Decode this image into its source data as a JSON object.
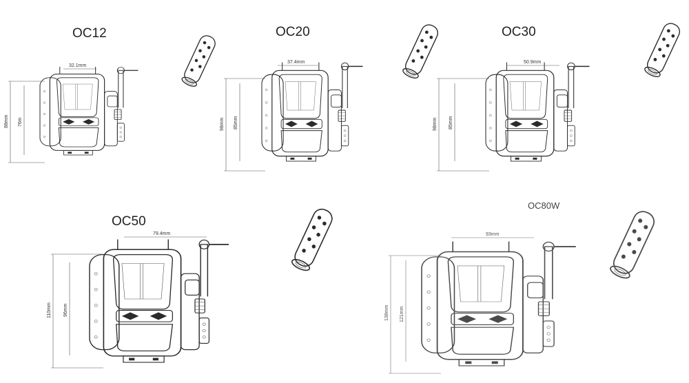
{
  "colors": {
    "stroke": "#2b2b2b",
    "dim_line": "#555555",
    "background": "#ffffff"
  },
  "reels": [
    {
      "id": "oc12",
      "model": "OC12",
      "width_label": "32.1mm",
      "height_outer_label": "88mm",
      "height_inner_label": "76m"
    },
    {
      "id": "oc20",
      "model": "OC20",
      "width_label": "37.4mm",
      "height_outer_label": "98mm",
      "height_inner_label": "85mm"
    },
    {
      "id": "oc30",
      "model": "OC30",
      "width_label": "50.9mm",
      "height_outer_label": "98mm",
      "height_inner_label": "85mm"
    },
    {
      "id": "oc50",
      "model": "OC50",
      "width_label": "79.4mm",
      "height_outer_label": "110mm",
      "height_inner_label": "96mm"
    },
    {
      "id": "oc80w",
      "model": "OC80W",
      "width_label": "93mm",
      "height_outer_label": "138mm",
      "height_inner_label": "121mm"
    }
  ]
}
